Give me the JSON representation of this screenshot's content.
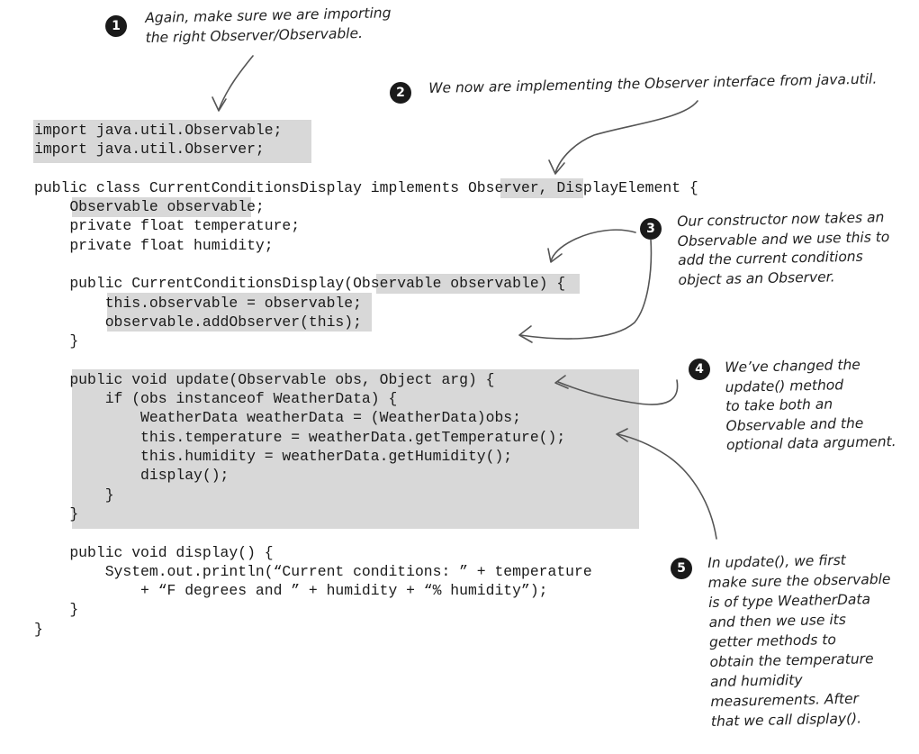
{
  "code_lines": [
    "import java.util.Observable;",
    "import java.util.Observer;",
    "",
    "public class CurrentConditionsDisplay implements Observer, DisplayElement {",
    "    Observable observable;",
    "    private float temperature;",
    "    private float humidity;",
    "",
    "    public CurrentConditionsDisplay(Observable observable) {",
    "        this.observable = observable;",
    "        observable.addObserver(this);",
    "    }",
    "",
    "    public void update(Observable obs, Object arg) {",
    "        if (obs instanceof WeatherData) {",
    "            WeatherData weatherData = (WeatherData)obs;",
    "            this.temperature = weatherData.getTemperature();",
    "            this.humidity = weatherData.getHumidity();",
    "            display();",
    "        }",
    "    }",
    "",
    "    public void display() {",
    "        System.out.println(“Current conditions: ” + temperature",
    "            + “F degrees and ” + humidity + “% humidity”);",
    "    }",
    "}"
  ],
  "annotations": [
    {
      "number": "1",
      "lines": [
        "Again, make sure we are importing",
        "the right Observer/Observable."
      ]
    },
    {
      "number": "2",
      "lines": [
        "We now are implementing the Observer interface from java.util."
      ]
    },
    {
      "number": "3",
      "lines": [
        "Our constructor now takes an",
        "Observable and we use this to",
        "add the current conditions",
        "object as an Observer."
      ]
    },
    {
      "number": "4",
      "lines": [
        "We’ve changed the",
        "update() method",
        "to take both an",
        "Observable and the",
        "optional data argument."
      ]
    },
    {
      "number": "5",
      "lines": [
        "In update(), we first",
        "make sure the observable",
        "is of type WeatherData",
        "and then we use its",
        "getter methods to",
        "obtain the temperature",
        "and humidity",
        "measurements.  After",
        "that we call display()."
      ]
    }
  ]
}
